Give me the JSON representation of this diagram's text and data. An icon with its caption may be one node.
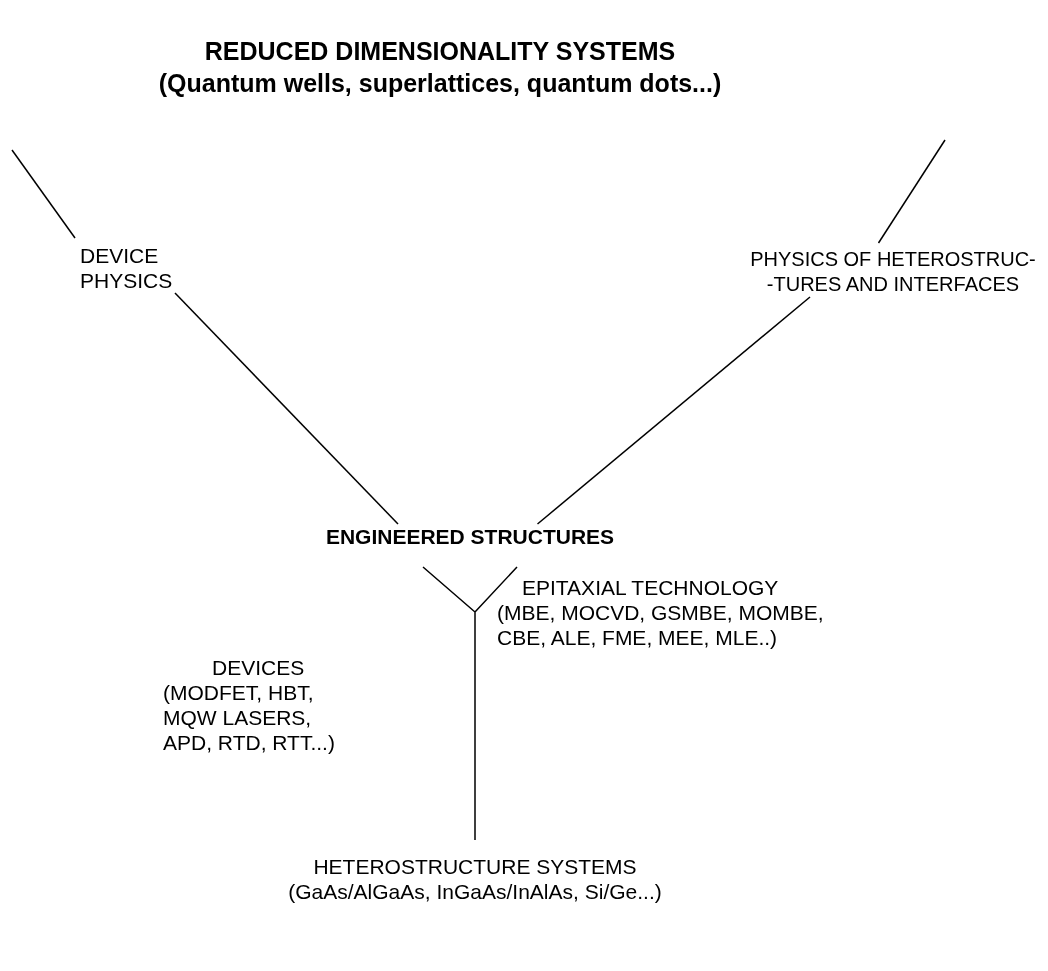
{
  "diagram": {
    "nodes": [
      {
        "text": [
          "REDUCED DIMENSIONALITY SYSTEMS",
          "(Quantum wells, superlattices, quantum dots...)"
        ]
      },
      {
        "text": [
          "DEVICE PHYSICS"
        ]
      },
      {
        "text": [
          "PHYSICS OF HETEROSTRUC- -TURES AND INTERFACES"
        ]
      },
      {
        "text": [
          "ENGINEERED STRUCTURES"
        ]
      },
      {
        "text": [
          "HETEROSTRUCTURE SYSTEMS",
          "(GaAs/AlGaAs, InGaAs/InAlAs, Si/Ge...)"
        ]
      }
    ],
    "edges": [
      {
        "from": 1,
        "to": null,
        "arrow": "none"
      },
      {
        "from": 3,
        "to": 1,
        "arrow": "none"
      },
      {
        "from": 2,
        "to": null,
        "arrow": "none"
      },
      {
        "from": 3,
        "to": 2,
        "arrow": "none"
      },
      {
        "from": 4,
        "to": 3,
        "arrow": "none"
      }
    ],
    "labels": [
      "DEVICES",
      "(MODFET, HBT, MQW LASERS, APD, RTD, RTT...)",
      "EPITAXIAL TECHNOLOGY",
      "(MBE, MOCVD, GSMBE, MOMBE, CBE, ALE, FME, MEE, MLE..)"
    ]
  }
}
